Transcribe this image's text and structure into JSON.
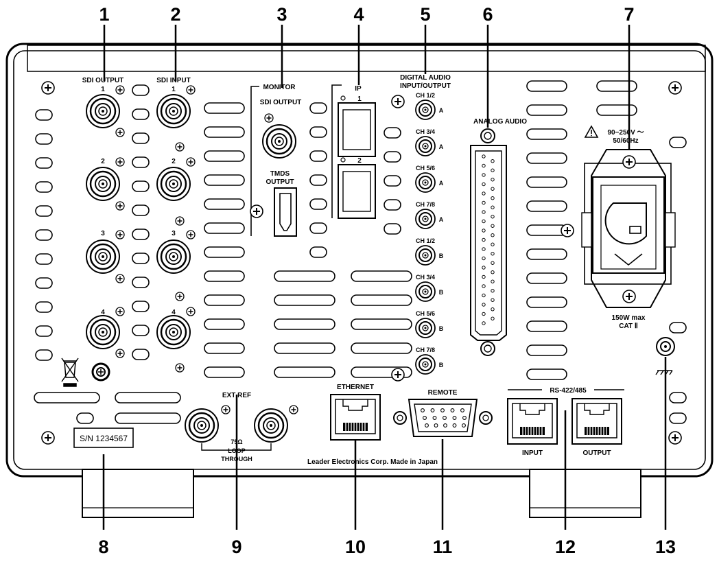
{
  "callouts": [
    "1",
    "2",
    "3",
    "4",
    "5",
    "6",
    "7",
    "8",
    "9",
    "10",
    "11",
    "12",
    "13"
  ],
  "labels": {
    "sdi_output": "SDI OUTPUT",
    "sdi_input": "SDI INPUT",
    "ch1": "1",
    "ch2": "2",
    "ch3": "3",
    "ch4": "4",
    "monitor": "MONITOR",
    "monitor_sdi_output": "SDI OUTPUT",
    "tmds": "TMDS",
    "tmds_output": "OUTPUT",
    "ip": "IP",
    "ip1": "1",
    "ip2": "2",
    "digital_audio": "DIGITAL AUDIO",
    "input_output": "INPUT/OUTPUT",
    "aes_channels": [
      "CH 1/2",
      "CH 3/4",
      "CH 5/6",
      "CH 7/8",
      "CH 1/2",
      "CH 3/4",
      "CH 5/6",
      "CH 7/8"
    ],
    "aes_groups": [
      "A",
      "A",
      "A",
      "A",
      "B",
      "B",
      "B",
      "B"
    ],
    "analog_audio": "ANALOG AUDIO",
    "voltage": "90−250V ～",
    "frequency": "50/60Hz",
    "power_rating": "150W max",
    "category": "CAT Ⅱ",
    "ext_ref": "EXT REF",
    "ohm": "75Ω",
    "loop": "LOOP",
    "through": "THROUGH",
    "ethernet": "ETHERNET",
    "remote": "REMOTE",
    "rs422": "RS-422/485",
    "rs_input": "INPUT",
    "rs_output": "OUTPUT",
    "manufacturer": "Leader Electronics Corp. Made in Japan",
    "serial": "S/N 1234567"
  }
}
